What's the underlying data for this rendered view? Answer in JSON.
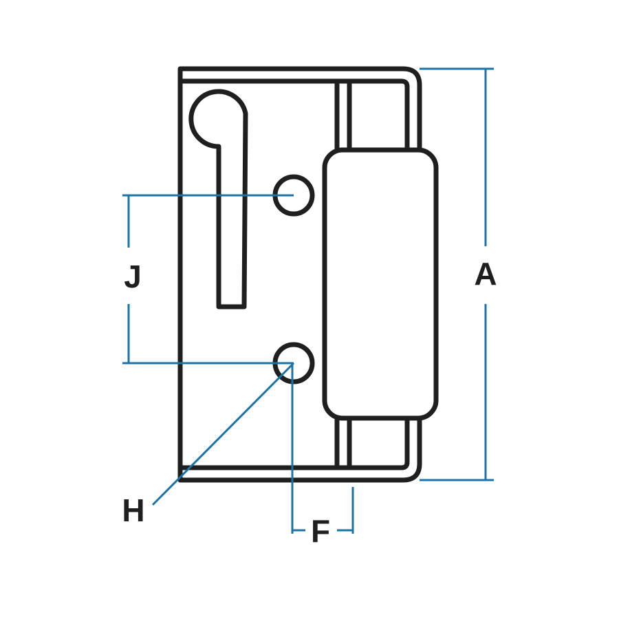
{
  "colors": {
    "part_outline": "#1f1f1f",
    "dimension_line": "#1a73a8",
    "background": "#ffffff"
  },
  "dimension_labels": {
    "height": "A",
    "hole_spacing": "J",
    "hole": "H",
    "offset": "F"
  }
}
